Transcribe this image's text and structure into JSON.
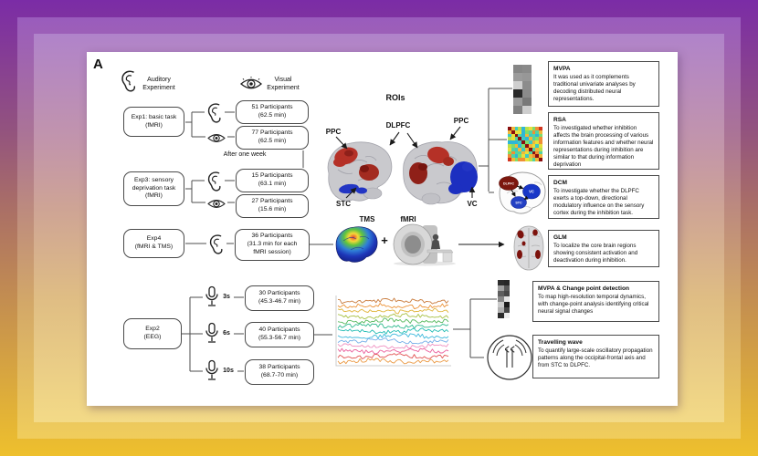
{
  "panel": {
    "label": "A"
  },
  "legend": {
    "auditory": "Auditory\nExperiment",
    "visual": "Visual\nExperiment"
  },
  "flow": {
    "after_week": "After one week",
    "exp1": {
      "label": "Exp1: basic task\n(fMRI)",
      "p1": "51 Participants\n(62.5 min)",
      "p2": "77 Participants\n(62.5 min)"
    },
    "exp3": {
      "label": "Exp3: sensory\ndeprivation task\n(fMRI)",
      "p1": "15 Participants\n(63.1 min)",
      "p2": "27 Participants\n(15.6 min)"
    },
    "exp4": {
      "label": "Exp4\n(fMRI & TMS)",
      "p1": "36 Participants\n(31.3 min for each\nfMRI session)"
    },
    "exp2": {
      "label": "Exp2\n(EEG)",
      "d1": "3s",
      "d2": "6s",
      "d3": "10s",
      "p1": "30 Participants\n(45.3-46.7 min)",
      "p2": "40 Participants\n(55.3-56.7 min)",
      "p3": "38 Participants\n(68.7-70 min)"
    }
  },
  "rois": {
    "title": "ROIs",
    "ppc_left": "PPC",
    "dlpfc": "DLPFC",
    "ppc_right": "PPC",
    "stc": "STC",
    "vc": "VC"
  },
  "scan": {
    "tms": "TMS",
    "plus": "+",
    "fmri": "fMRI"
  },
  "dcm_nodes": {
    "dlpfc": "DLPFC",
    "vc": "VC",
    "stc": "STC"
  },
  "methods": {
    "mvpa": {
      "title": "MVPA",
      "desc": "It was used as it complements traditional univariate analyses by decoding distributed neural representations."
    },
    "rsa": {
      "title": "RSA",
      "desc": "To investigated whether inhibition affects the brain processing of various information features and whether neural representations during inhibition are similar to that during information deprivation"
    },
    "dcm": {
      "title": "DCM",
      "desc": "To investigate whether the DLPFC exerts a top-down, directional modulatory influence on the sensory cortex during the inhibition task."
    },
    "glm": {
      "title": "GLM",
      "desc": "To localize the core brain regions showing consistent activation and deactivation during inhibition."
    },
    "mvpa_cpd": {
      "title": "MVPA & Change point detection",
      "desc": "To map high-resolution temporal dynamics, with change-point analysis identifying critical neural signal changes"
    },
    "travelling": {
      "title": "Travelling wave",
      "desc": "To quantify large-scale oscillatory propagation patterns along the occipital-frontal axis and from STC to DLPFC."
    }
  },
  "eeg": {
    "trace_colors": [
      "#c97b3c",
      "#ec9338",
      "#e0b43a",
      "#a9c144",
      "#55b85c",
      "#2eb98d",
      "#21bcb3",
      "#3fb9dc",
      "#74aee8",
      "#ef8fc0",
      "#ea5f9c",
      "#e25555",
      "#eb9a45"
    ]
  },
  "rsa_palette": [
    "#2fb6d8",
    "#3fc9c0",
    "#53d3a0",
    "#7fdd6a",
    "#b8e04a",
    "#e8df3c",
    "#f0b83a",
    "#ef8f35"
  ],
  "colors": {
    "rsa_diag": "#8a0f0f",
    "rsa_hot": "#d2351f",
    "roi_red": "#b53127",
    "roi_blue": "#2336c4"
  }
}
